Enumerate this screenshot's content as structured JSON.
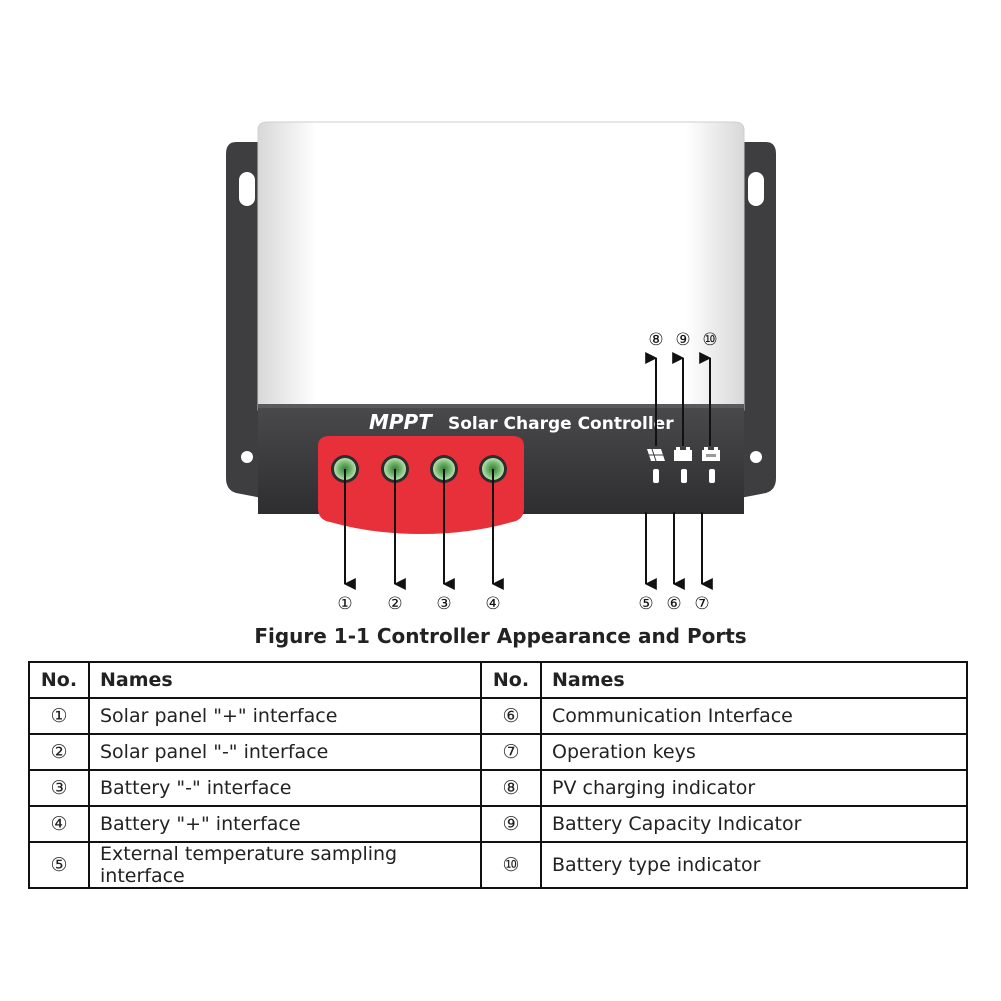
{
  "device": {
    "brand": "MPPT",
    "subtitle": "Solar Charge Controller"
  },
  "bottom_markers": [
    "①",
    "②",
    "③",
    "④",
    "⑤",
    "⑥",
    "⑦"
  ],
  "top_markers": [
    "⑧",
    "⑨",
    "⑩"
  ],
  "caption": "Figure 1-1 Controller Appearance and Ports",
  "table": {
    "headers": {
      "no": "No.",
      "name": "Names"
    },
    "left_rows": [
      {
        "no": "①",
        "name": "Solar panel \"+\" interface"
      },
      {
        "no": "②",
        "name": "Solar panel \"-\" interface"
      },
      {
        "no": "③",
        "name": "Battery \"-\" interface"
      },
      {
        "no": "④",
        "name": "Battery \"+\" interface"
      },
      {
        "no": "⑤",
        "name": "External temperature sampling interface"
      }
    ],
    "right_rows": [
      {
        "no": "⑥",
        "name": "Communication Interface"
      },
      {
        "no": "⑦",
        "name": "Operation keys"
      },
      {
        "no": "⑧",
        "name": "PV charging indicator"
      },
      {
        "no": "⑨",
        "name": "Battery Capacity Indicator"
      },
      {
        "no": "⑩",
        "name": "Battery type indicator"
      }
    ]
  },
  "colors": {
    "body_white": "#ffffff",
    "panel_dark": "#3a3a3c",
    "terminal_red": "#e8303a",
    "terminal_green": "#6fb46a"
  }
}
